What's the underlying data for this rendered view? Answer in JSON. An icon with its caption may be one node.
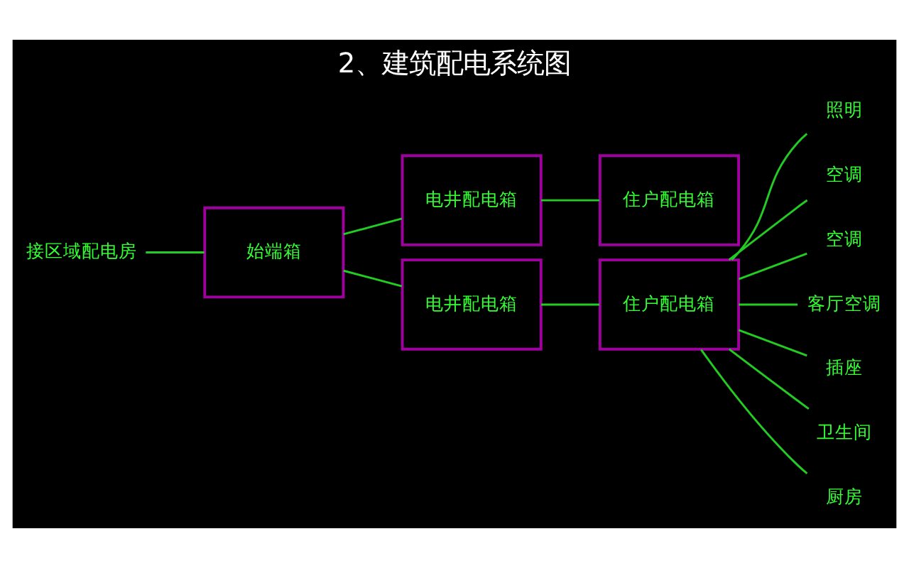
{
  "diagram": {
    "title": "2、建筑配电系统图",
    "nodes": [
      {
        "text": [
          "接区域配电房"
        ]
      },
      {
        "text": [
          "始端箱"
        ]
      },
      {
        "text": [
          "电井配电箱"
        ]
      },
      {
        "text": [
          "住户配电箱"
        ]
      },
      {
        "text": [
          "电井配电箱"
        ]
      },
      {
        "text": [
          "住户配电箱"
        ]
      },
      {
        "text": [
          "照明"
        ]
      },
      {
        "text": [
          "空调"
        ]
      },
      {
        "text": [
          "空调"
        ]
      },
      {
        "text": [
          "客厅空调"
        ]
      },
      {
        "text": [
          "插座"
        ]
      },
      {
        "text": [
          "卫生间"
        ]
      },
      {
        "text": [
          "厨房"
        ]
      }
    ],
    "edges": [
      {
        "from": 0,
        "to": 1,
        "arrow": "none"
      },
      {
        "from": 1,
        "to": 2,
        "arrow": "none"
      },
      {
        "from": 1,
        "to": 4,
        "arrow": "none"
      },
      {
        "from": 2,
        "to": 3,
        "arrow": "none"
      },
      {
        "from": 4,
        "to": 5,
        "arrow": "none"
      },
      {
        "from": 5,
        "to": 6,
        "arrow": "none"
      },
      {
        "from": 5,
        "to": 7,
        "arrow": "none"
      },
      {
        "from": 5,
        "to": 8,
        "arrow": "none"
      },
      {
        "from": 5,
        "to": 9,
        "arrow": "none"
      },
      {
        "from": 5,
        "to": 10,
        "arrow": "none"
      },
      {
        "from": 5,
        "to": 11,
        "arrow": "none"
      },
      {
        "from": 5,
        "to": 12,
        "arrow": "none"
      }
    ]
  }
}
